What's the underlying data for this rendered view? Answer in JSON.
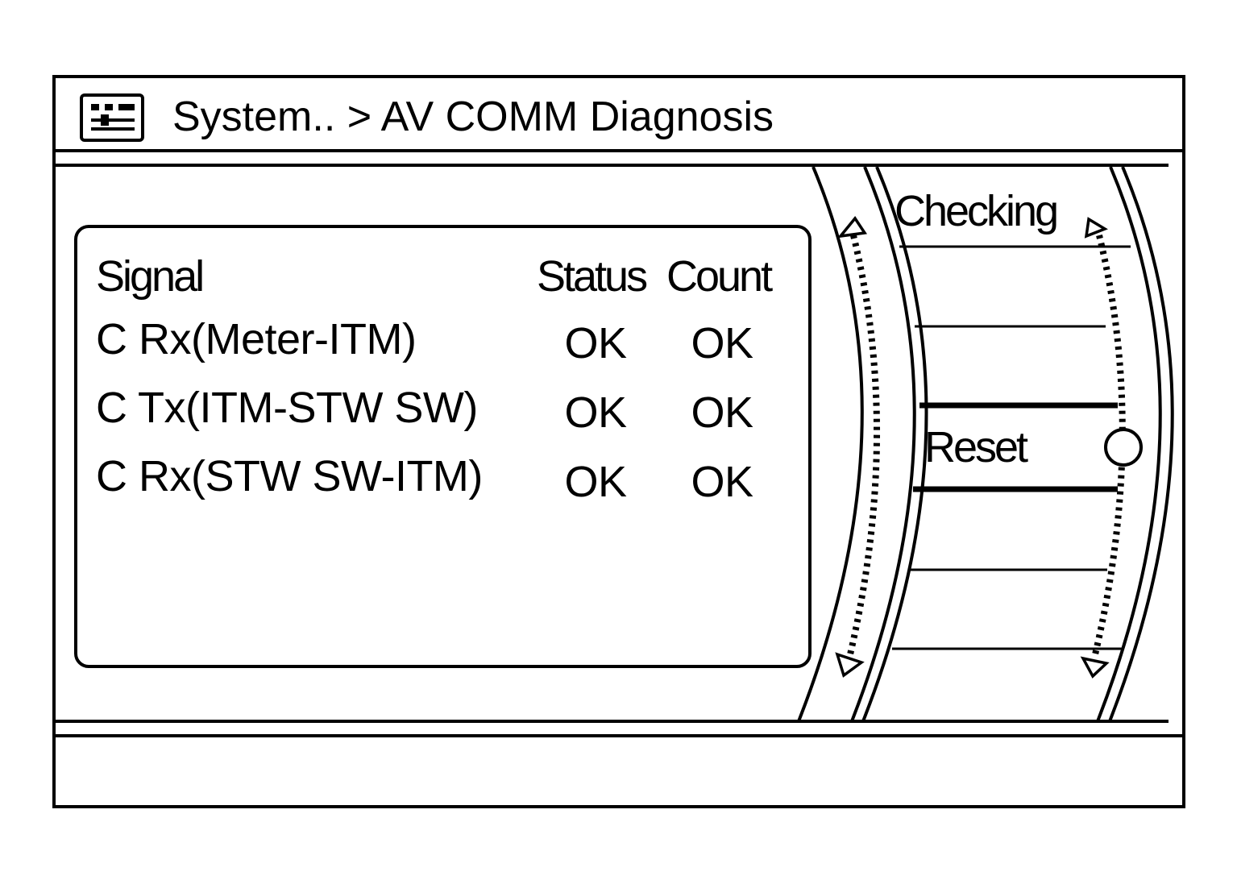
{
  "header": {
    "icon": "system-panel-icon",
    "title": "System.. > AV COMM Diagnosis"
  },
  "table": {
    "columns": {
      "signal": "Signal",
      "status": "Status",
      "count": "Count"
    },
    "rows": [
      {
        "signal": "C Rx(Meter-ITM)",
        "status": "OK",
        "count": "OK"
      },
      {
        "signal": "C Tx(ITM-STW SW)",
        "status": "OK",
        "count": "OK"
      },
      {
        "signal": "C Rx(STW SW-ITM)",
        "status": "OK",
        "count": "OK"
      }
    ]
  },
  "menu": {
    "items": [
      {
        "label": "Checking"
      },
      {
        "label": ""
      },
      {
        "label": ""
      },
      {
        "label": "Reset",
        "selected": true
      },
      {
        "label": ""
      },
      {
        "label": ""
      }
    ]
  },
  "icons": {
    "scroll_up": "triangle-up-icon",
    "scroll_down": "triangle-down-icon",
    "selection_marker": "circle-icon"
  },
  "colors": {
    "line": "#000000",
    "background": "#ffffff"
  }
}
